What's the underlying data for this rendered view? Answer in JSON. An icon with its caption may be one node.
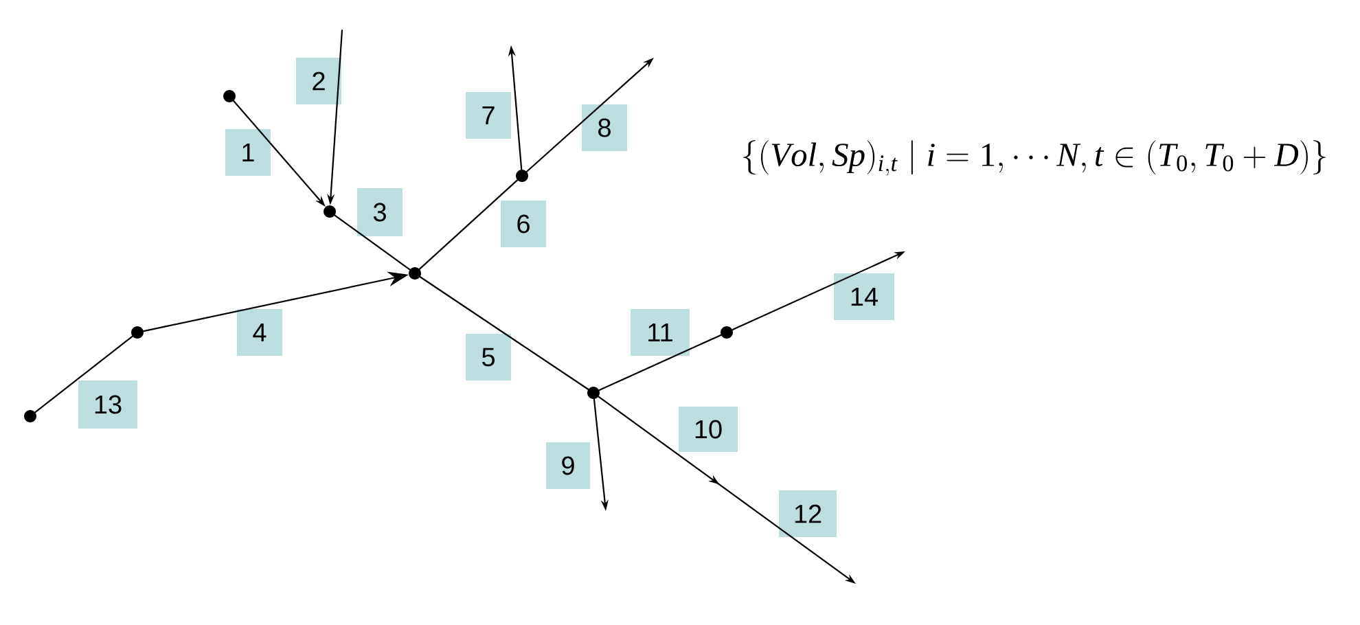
{
  "diagram": {
    "nodes": [
      {
        "text": [
          "1"
        ]
      },
      {
        "text": [
          "2"
        ]
      },
      {
        "text": [
          "3"
        ]
      },
      {
        "text": [
          "4"
        ]
      },
      {
        "text": [
          "5"
        ]
      },
      {
        "text": [
          "6"
        ]
      },
      {
        "text": [
          "7"
        ]
      },
      {
        "text": [
          "8"
        ]
      },
      {
        "text": [
          "9"
        ]
      },
      {
        "text": [
          "10"
        ]
      },
      {
        "text": [
          "11"
        ]
      },
      {
        "text": [
          "12"
        ]
      },
      {
        "text": [
          "13"
        ]
      },
      {
        "text": [
          "14"
        ]
      },
      {
        "text": [],
        "shape": "circle"
      },
      {
        "text": [],
        "shape": "circle"
      },
      {
        "text": [],
        "shape": "circle"
      },
      {
        "text": [],
        "shape": "circle"
      },
      {
        "text": [],
        "shape": "circle"
      },
      {
        "text": [],
        "shape": "circle"
      },
      {
        "text": [],
        "shape": "circle"
      },
      {
        "text": [],
        "shape": "circle"
      }
    ],
    "edges": [
      {
        "from": 16,
        "to": 17,
        "arrow": "to"
      },
      {
        "from": null,
        "to": 17,
        "arrow": "to"
      },
      {
        "from": 17,
        "to": 18,
        "arrow": "none"
      },
      {
        "from": 15,
        "to": 18,
        "arrow": "to"
      },
      {
        "from": 18,
        "to": 20,
        "arrow": "none"
      },
      {
        "from": 18,
        "to": 19,
        "arrow": "none"
      },
      {
        "from": 19,
        "to": null,
        "arrow": "to"
      },
      {
        "from": 19,
        "to": null,
        "arrow": "to"
      },
      {
        "from": 20,
        "to": null,
        "arrow": "to"
      },
      {
        "from": 20,
        "to": null,
        "arrow": "to"
      },
      {
        "from": 20,
        "to": 21,
        "arrow": "none"
      },
      {
        "from": 14,
        "to": 15,
        "arrow": "none"
      },
      {
        "from": 21,
        "to": null,
        "arrow": "to"
      }
    ],
    "labels": [
      "\\bigg\\{(Vol,Sp)_{i,t}\\mid i=1,\\cdots N,t\\in(T_0,T_0+D)\\bigg\\}"
    ]
  }
}
